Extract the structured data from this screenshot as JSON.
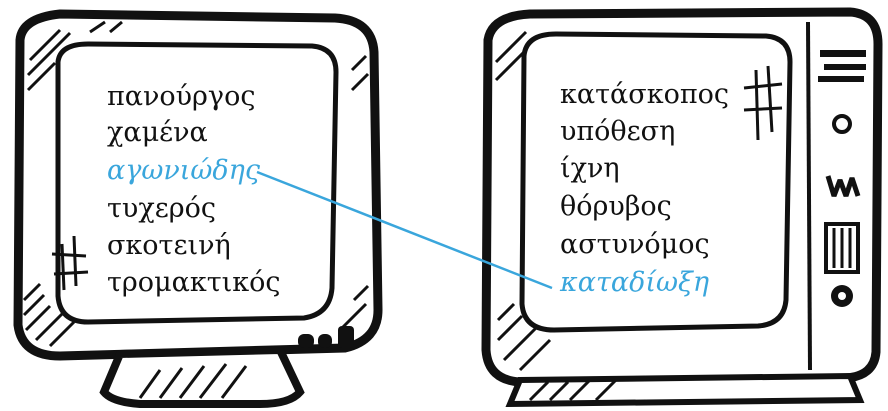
{
  "colors": {
    "ink": "#111111",
    "highlight": "#3aa6dc",
    "screen": "#ffffff",
    "background": "#ffffff"
  },
  "left_tv": {
    "words": [
      "πανούργος",
      "χαμένα",
      "αγωνιώδης",
      "τυχερός",
      "σκοτεινή",
      "τρομακτικός"
    ],
    "highlighted_index": 2,
    "icons": [
      "hash-doodle-icon",
      "control-knob-icon"
    ]
  },
  "right_tv": {
    "words": [
      "κατάσκοπος",
      "υπόθεση",
      "ίχνη",
      "θόρυβος",
      "αστυνόμος",
      "καταδίωξη"
    ],
    "highlighted_index": 5,
    "icons": [
      "hash-doodle-icon",
      "dial-icon",
      "button-icon",
      "grille-icon"
    ]
  },
  "connector": {
    "from": "αγωνιώδης",
    "to": "καταδίωξη"
  }
}
